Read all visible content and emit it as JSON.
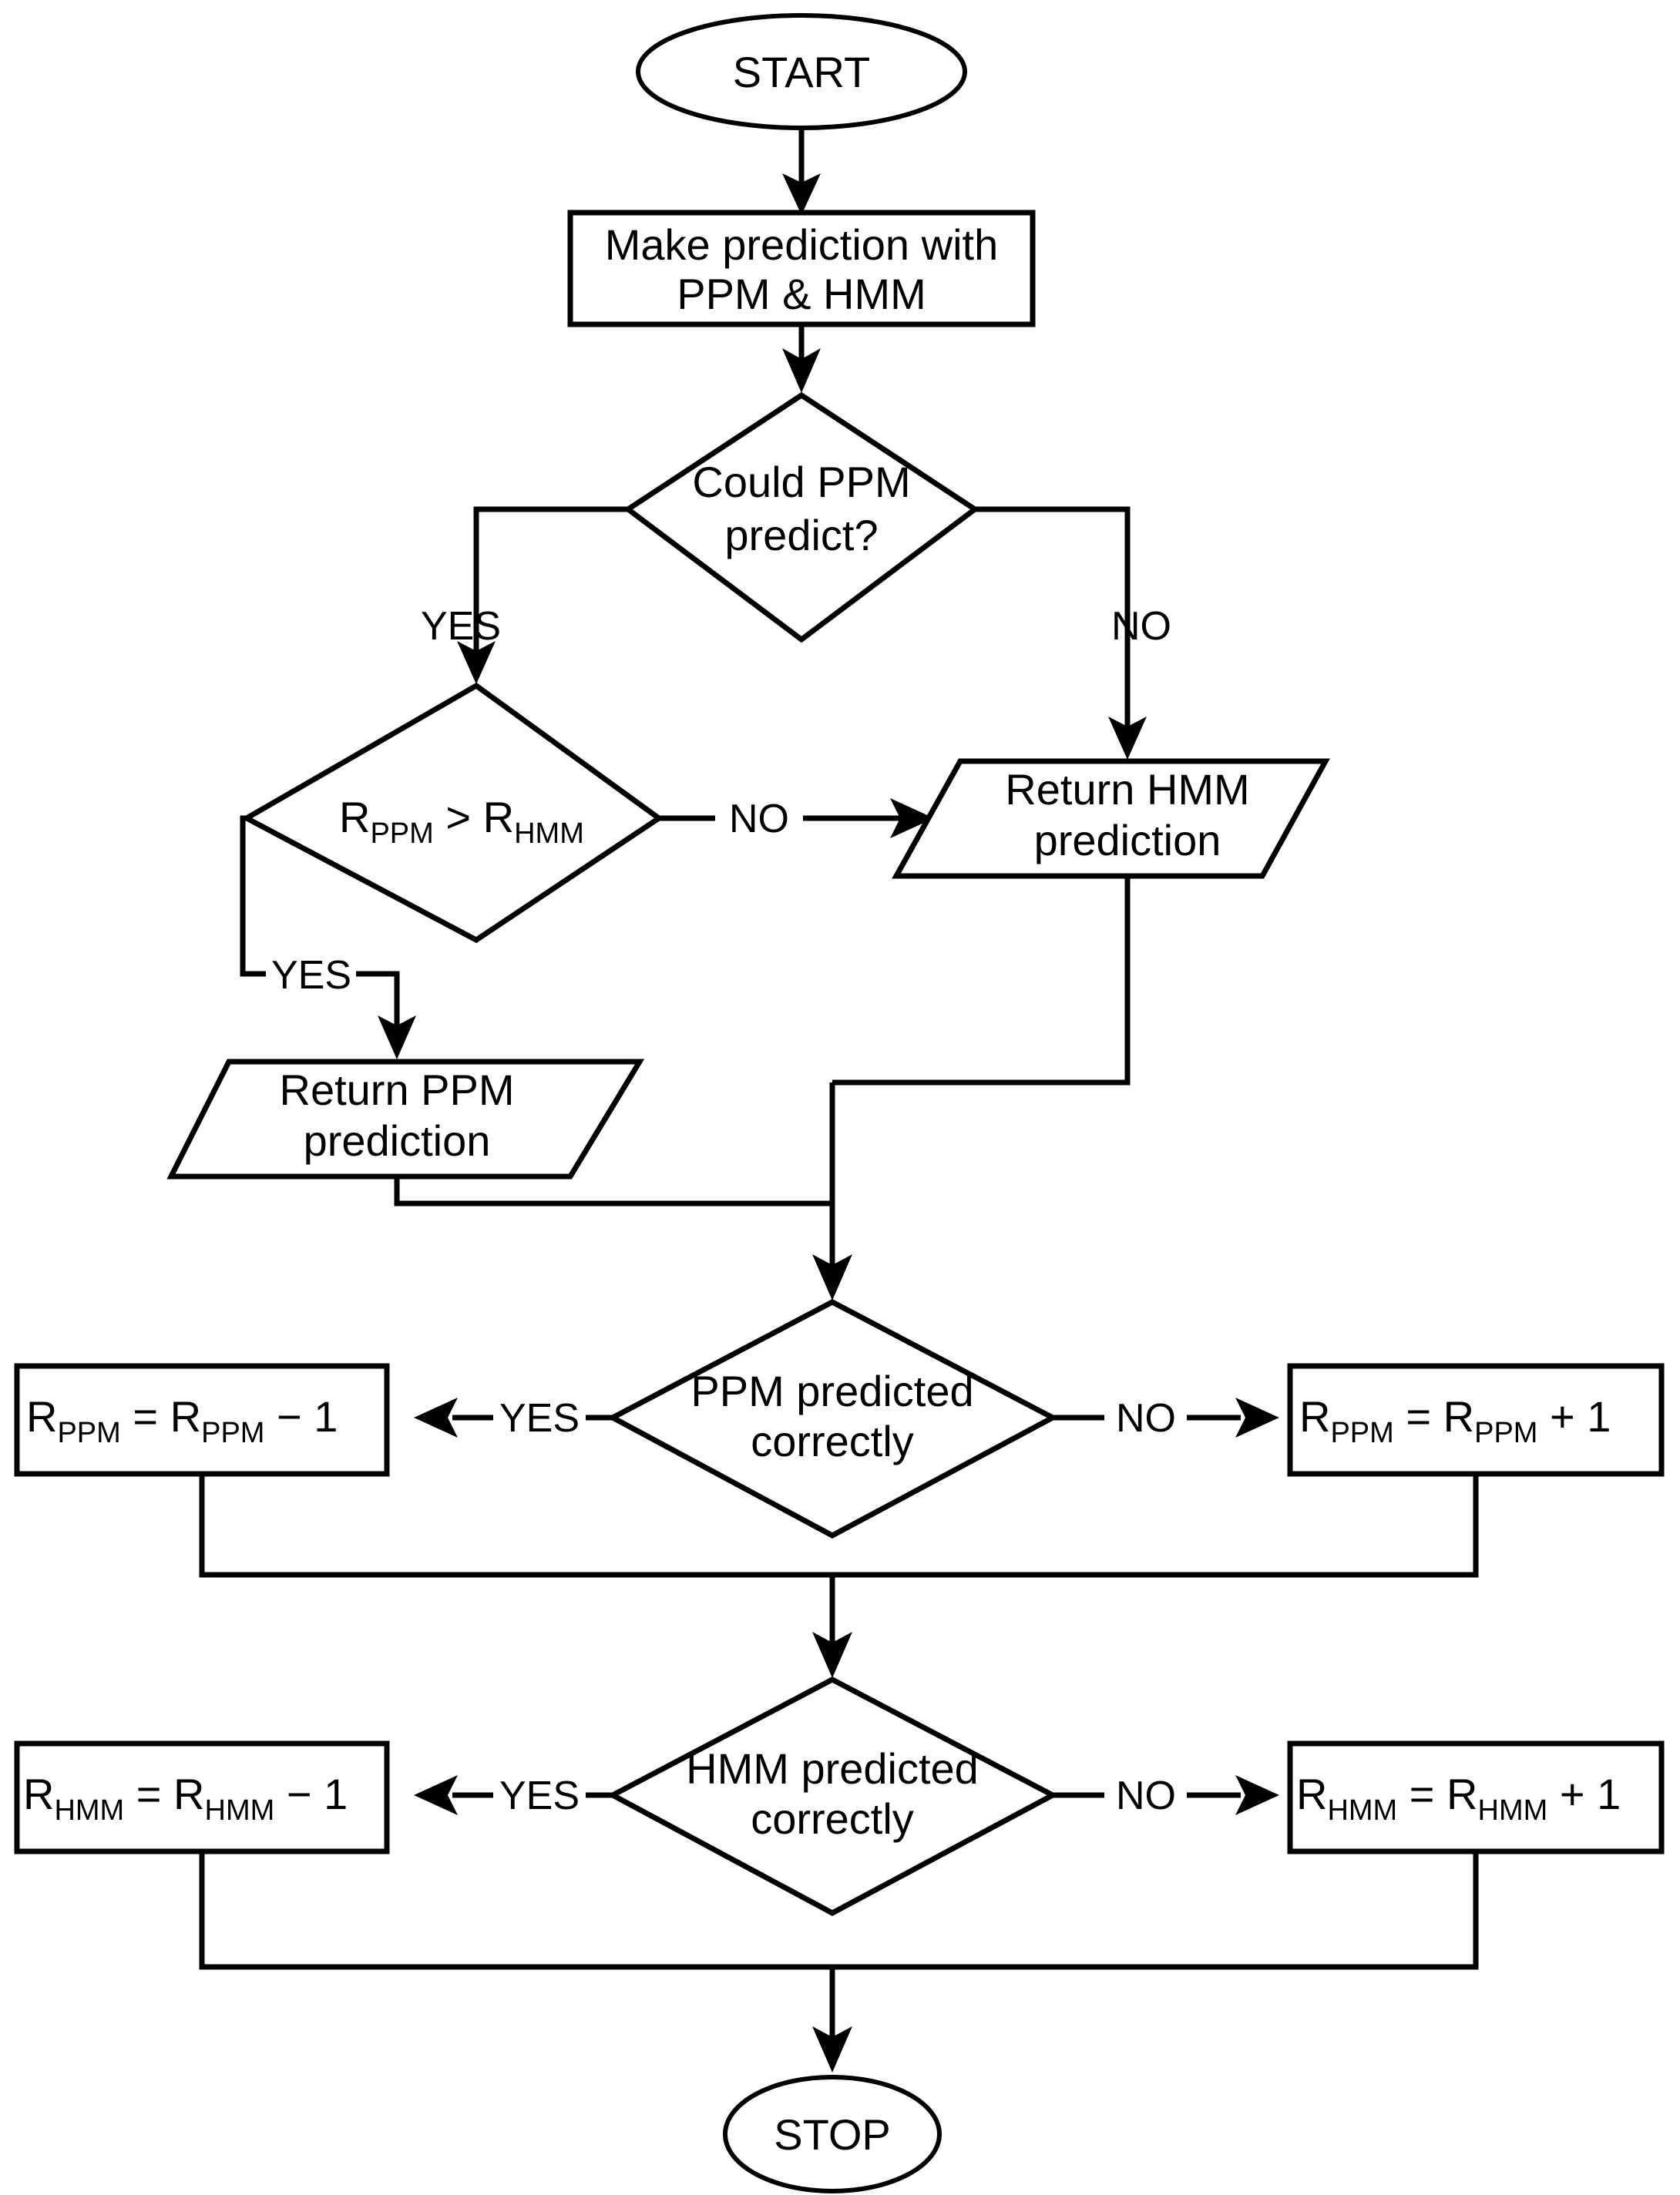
{
  "diagram": {
    "type": "flowchart",
    "title_text": "",
    "colors": {
      "stroke": "#000000",
      "fill": "#ffffff",
      "text": "#000000"
    },
    "nodes": {
      "start": {
        "label": "START",
        "shape": "ellipse"
      },
      "make_prediction": {
        "line1": "Make prediction with",
        "line2": "PPM & HMM",
        "shape": "process"
      },
      "could_ppm_predict": {
        "line1": "Could PPM",
        "line2": "predict?",
        "shape": "decision"
      },
      "compare_ranks": {
        "base_left": "R",
        "sub_left": "PPM",
        "operator": ">",
        "base_right": "R",
        "sub_right": "HMM",
        "shape": "decision"
      },
      "return_hmm": {
        "line1": "Return HMM",
        "line2": "prediction",
        "shape": "data"
      },
      "return_ppm": {
        "line1": "Return PPM",
        "line2": "prediction",
        "shape": "data"
      },
      "ppm_correct": {
        "line1": "PPM predicted",
        "line2": "correctly",
        "shape": "decision"
      },
      "hmm_correct": {
        "line1": "HMM predicted",
        "line2": "correctly",
        "shape": "decision"
      },
      "ppm_dec": {
        "base_a": "R",
        "sub_a": "PPM",
        "eq": "=",
        "base_b": "R",
        "sub_b": "PPM",
        "op": "−",
        "operand": "1",
        "shape": "process"
      },
      "ppm_inc": {
        "base_a": "R",
        "sub_a": "PPM",
        "eq": "=",
        "base_b": "R",
        "sub_b": "PPM",
        "op": "+",
        "operand": "1",
        "shape": "process"
      },
      "hmm_dec": {
        "base_a": "R",
        "sub_a": "HMM",
        "eq": "=",
        "base_b": "R",
        "sub_b": "HMM",
        "op": "−",
        "operand": "1",
        "shape": "process"
      },
      "hmm_inc": {
        "base_a": "R",
        "sub_a": "HMM",
        "eq": "=",
        "base_b": "R",
        "sub_b": "HMM",
        "op": "+",
        "operand": "1",
        "shape": "process"
      },
      "stop": {
        "label": "STOP",
        "shape": "ellipse"
      }
    },
    "edge_labels": {
      "could_ppm_yes": "YES",
      "could_ppm_no": "NO",
      "compare_no": "NO",
      "compare_yes": "YES",
      "ppm_correct_yes": "YES",
      "ppm_correct_no": "NO",
      "hmm_correct_yes": "YES",
      "hmm_correct_no": "NO"
    },
    "edges": [
      {
        "from": "start",
        "to": "make_prediction",
        "label": ""
      },
      {
        "from": "make_prediction",
        "to": "could_ppm_predict",
        "label": ""
      },
      {
        "from": "could_ppm_predict",
        "to": "compare_ranks",
        "label": "YES"
      },
      {
        "from": "could_ppm_predict",
        "to": "return_hmm",
        "label": "NO"
      },
      {
        "from": "compare_ranks",
        "to": "return_hmm",
        "label": "NO"
      },
      {
        "from": "compare_ranks",
        "to": "return_ppm",
        "label": "YES"
      },
      {
        "from": "return_hmm",
        "to": "ppm_correct",
        "label": ""
      },
      {
        "from": "return_ppm",
        "to": "ppm_correct",
        "label": ""
      },
      {
        "from": "ppm_correct",
        "to": "ppm_dec",
        "label": "YES"
      },
      {
        "from": "ppm_correct",
        "to": "ppm_inc",
        "label": "NO"
      },
      {
        "from": "ppm_dec",
        "to": "hmm_correct",
        "label": ""
      },
      {
        "from": "ppm_inc",
        "to": "hmm_correct",
        "label": ""
      },
      {
        "from": "hmm_correct",
        "to": "hmm_dec",
        "label": "YES"
      },
      {
        "from": "hmm_correct",
        "to": "hmm_inc",
        "label": "NO"
      },
      {
        "from": "hmm_dec",
        "to": "stop",
        "label": ""
      },
      {
        "from": "hmm_inc",
        "to": "stop",
        "label": ""
      }
    ]
  }
}
